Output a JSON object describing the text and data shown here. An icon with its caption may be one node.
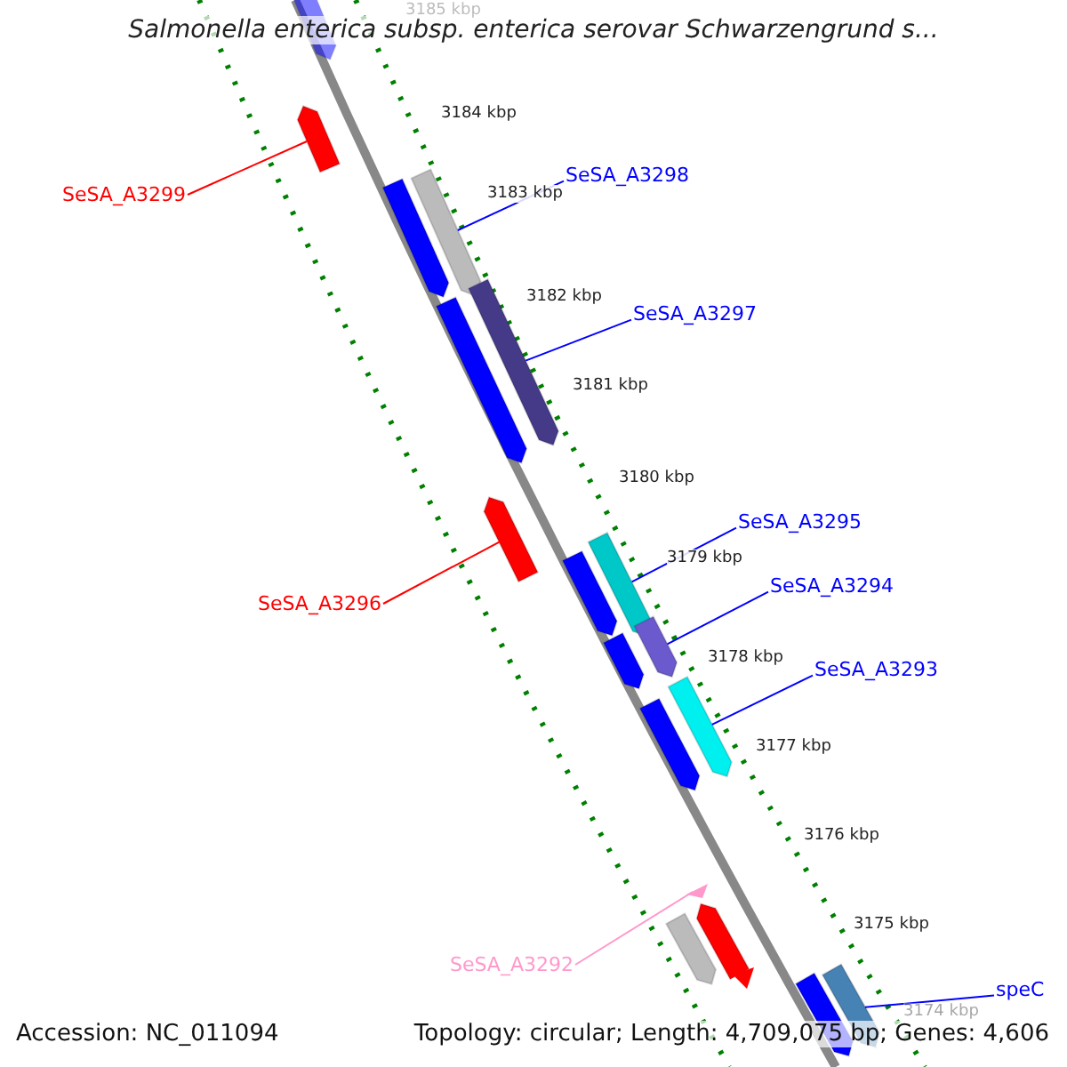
{
  "diagram": {
    "title": "Salmonella enterica subsp. enterica serovar Schwarzengrund s...",
    "nodes": [
      {
        "text": [],
        "shape": "box"
      },
      {
        "text": [],
        "shape": "box"
      },
      {
        "text": [
          "SeSA_A3299"
        ]
      },
      {
        "text": [
          "SeSA_A3298"
        ]
      },
      {
        "text": [],
        "shape": "box"
      },
      {
        "text": [],
        "shape": "box"
      },
      {
        "text": [
          "SeSA_A3297"
        ]
      },
      {
        "text": [],
        "shape": "box"
      },
      {
        "text": [],
        "shape": "box"
      },
      {
        "text": [
          "SeSA_A3295"
        ]
      },
      {
        "text": [],
        "shape": "box"
      },
      {
        "text": [],
        "shape": "box"
      },
      {
        "text": [],
        "shape": "box"
      },
      {
        "text": [
          "SeSA_A3294"
        ]
      },
      {
        "text": [
          "SeSA_A3296"
        ]
      },
      {
        "text": [],
        "shape": "box"
      },
      {
        "text": [],
        "shape": "box"
      },
      {
        "text": [
          "SeSA_A3293"
        ]
      },
      {
        "text": [],
        "shape": "box"
      },
      {
        "text": [],
        "shape": "box"
      },
      {
        "text": [],
        "shape": "triangle"
      },
      {
        "text": [],
        "shape": "box"
      },
      {
        "text": [],
        "shape": "box"
      },
      {
        "text": [
          "SeSA_A3292"
        ]
      },
      {
        "text": [],
        "shape": "triangle"
      },
      {
        "text": [
          "speC"
        ]
      },
      {
        "text": [],
        "shape": "box"
      },
      {
        "text": [],
        "shape": "box"
      }
    ],
    "edges": [
      {
        "from": 2,
        "to": 1,
        "arrow": "none",
        "color": "#ff0000"
      },
      {
        "from": 3,
        "to": 5,
        "arrow": "none"
      },
      {
        "from": 6,
        "to": 8,
        "arrow": "none"
      },
      {
        "from": 14,
        "to": 10,
        "arrow": "none",
        "color": "#ff0000"
      },
      {
        "from": 9,
        "to": 12,
        "arrow": "none"
      },
      {
        "from": 13,
        "to": 16,
        "arrow": "none"
      },
      {
        "from": 17,
        "to": 19,
        "arrow": "none"
      },
      {
        "from": 23,
        "to": 20,
        "arrow": "none",
        "color": "#ff99cc"
      },
      {
        "from": 25,
        "to": 27,
        "arrow": "none"
      }
    ],
    "labels": [
      "3185 kbp",
      "3184 kbp",
      "3183 kbp",
      "3182 kbp",
      "3181 kbp",
      "3180 kbp",
      "3179 kbp",
      "3178 kbp",
      "3177 kbp",
      "3176 kbp",
      "3175 kbp",
      "3174 kbp",
      "Accession: NC_011094",
      "Topology: circular; Length: 4,709,075 bp; Genes: 4,606"
    ]
  }
}
